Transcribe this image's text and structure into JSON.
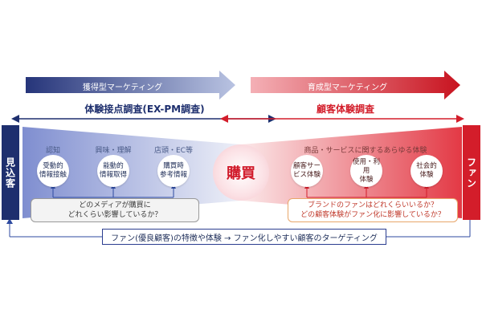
{
  "top_arrows": {
    "left": "獲得型マーケティング",
    "right": "育成型マーケティング"
  },
  "surveys": {
    "left": "体験接点調査(EX-PM調査)",
    "right": "顧客体験調査"
  },
  "side_labels": {
    "left": "見込客",
    "right": "ファン"
  },
  "left_stages": [
    "認知",
    "興味・理解",
    "店頭・EC等"
  ],
  "left_bubbles": [
    "受動的\n情報接触",
    "能動的\n情報取得",
    "購買時\n参考情報"
  ],
  "purchase": "購買",
  "right_stage_header": "商品・サービスに関するあらゆる体験",
  "right_bubbles": [
    "顧客サー\nビス体験",
    "使用・利用\n体験",
    "社会的\n体験"
  ],
  "questions": {
    "left": "どのメディアが購買に\nどれくらい影響しているか？",
    "right": "ブランドのファンはどれくらいいるか？\nどの顧客体験がファン化に影響しているか？"
  },
  "bottom_text": "ファン(優良顧客)の特徴や体験 → ファン化しやすい顧客のターゲティング",
  "colors": {
    "navy": "#1e2f6e",
    "red": "#d31d2a",
    "blue_arrow": "#2d4aa0",
    "red_arrow": "#d31d2a"
  }
}
